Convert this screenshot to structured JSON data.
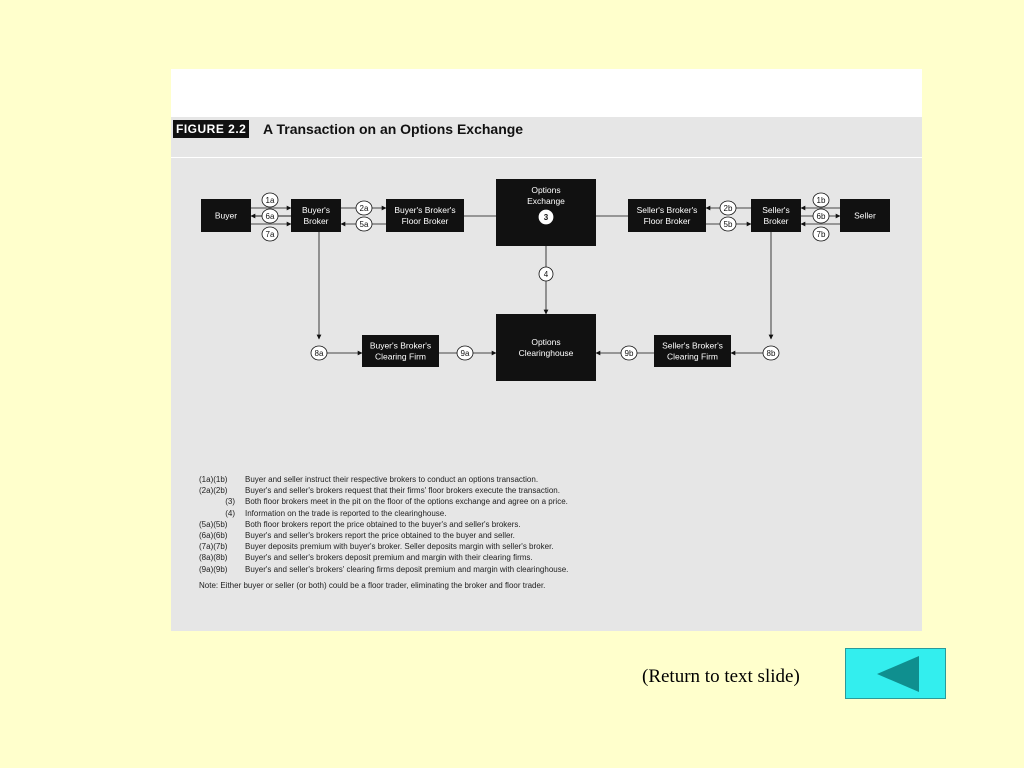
{
  "figure": {
    "label": "FIGURE 2.2",
    "title": "A Transaction on an Options Exchange"
  },
  "diagram": {
    "boxes": {
      "buyer": [
        "Buyer"
      ],
      "buyers_broker": [
        "Buyer's",
        "Broker"
      ],
      "buyers_floor_broker": [
        "Buyer's Broker's",
        "Floor Broker"
      ],
      "options_exchange": [
        "Options",
        "Exchange"
      ],
      "sellers_floor_broker": [
        "Seller's Broker's",
        "Floor Broker"
      ],
      "sellers_broker": [
        "Seller's",
        "Broker"
      ],
      "seller": [
        "Seller"
      ],
      "buyers_clearing_firm": [
        "Buyer's Broker's",
        "Clearing Firm"
      ],
      "options_clearinghouse": [
        "Options",
        "Clearinghouse"
      ],
      "sellers_clearing_firm": [
        "Seller's Broker's",
        "Clearing Firm"
      ]
    },
    "step_labels": {
      "s1a": "1a",
      "s6a": "6a",
      "s7a": "7a",
      "s2a": "2a",
      "s5a": "5a",
      "s3": "3",
      "s4": "4",
      "s2b": "2b",
      "s5b": "5b",
      "s1b": "1b",
      "s6b": "6b",
      "s7b": "7b",
      "s8a": "8a",
      "s9a": "9a",
      "s9b": "9b",
      "s8b": "8b"
    }
  },
  "legend": [
    {
      "code": "(1a)(1b)",
      "text": "Buyer and seller instruct their respective brokers to conduct an options transaction."
    },
    {
      "code": "(2a)(2b)",
      "text": "Buyer's and seller's brokers request that their firms' floor brokers execute the transaction."
    },
    {
      "code": "(3)",
      "text": "Both floor brokers meet in the pit on the floor of the options exchange and agree on a price."
    },
    {
      "code": "(4)",
      "text": "Information on the trade is reported to the clearinghouse."
    },
    {
      "code": "(5a)(5b)",
      "text": "Both floor brokers report the price obtained to the buyer's and seller's brokers."
    },
    {
      "code": "(6a)(6b)",
      "text": "Buyer's and seller's brokers report the price obtained to the buyer and seller."
    },
    {
      "code": "(7a)(7b)",
      "text": "Buyer deposits premium with buyer's broker. Seller deposits margin with seller's broker."
    },
    {
      "code": "(8a)(8b)",
      "text": "Buyer's and seller's brokers deposit premium and margin with their clearing firms."
    },
    {
      "code": "(9a)(9b)",
      "text": "Buyer's and seller's brokers' clearing firms deposit premium and margin with clearinghouse."
    }
  ],
  "note": "Note: Either buyer or seller (or both) could be a floor trader, eliminating the broker and floor trader.",
  "navigation": {
    "return_label": "(Return to text slide)",
    "return_icon": "back-triangle-icon",
    "button_color": "#33eeee",
    "triangle_color": "#0f8f8f"
  }
}
